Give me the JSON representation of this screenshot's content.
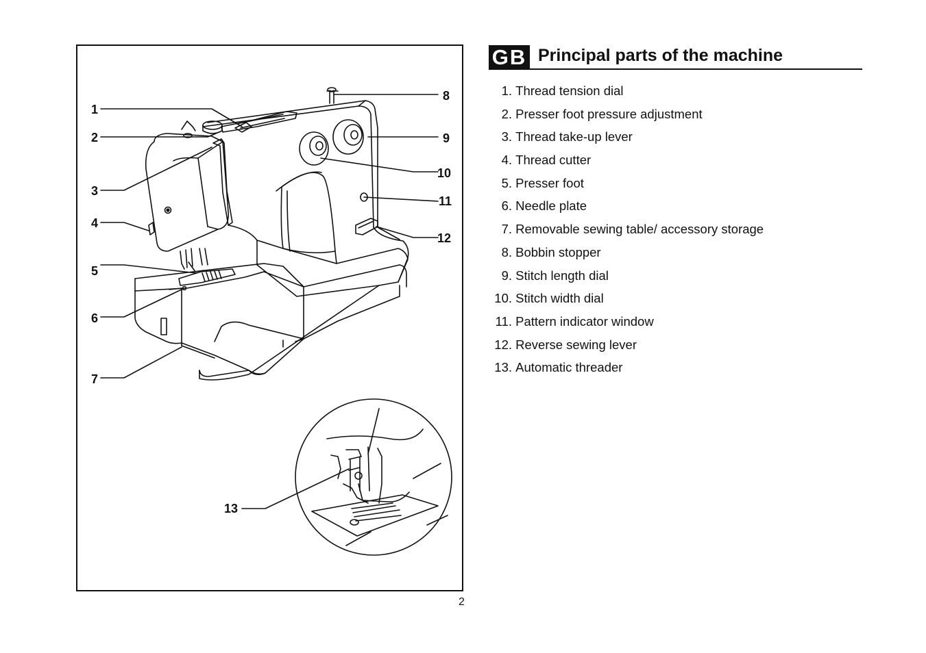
{
  "heading": {
    "badge": "GB",
    "title": "Principal parts of the machine"
  },
  "figure": {
    "callouts": [
      "1",
      "2",
      "3",
      "4",
      "5",
      "6",
      "7",
      "8",
      "9",
      "10",
      "11",
      "12",
      "13"
    ]
  },
  "parts": [
    {
      "num": "1.",
      "label": "Thread tension dial"
    },
    {
      "num": "2.",
      "label": "Presser foot pressure adjustment"
    },
    {
      "num": "3.",
      "label": "Thread take-up lever"
    },
    {
      "num": "4.",
      "label": "Thread cutter"
    },
    {
      "num": "5.",
      "label": "Presser foot"
    },
    {
      "num": "6.",
      "label": "Needle plate"
    },
    {
      "num": "7.",
      "label": "Removable sewing table/ accessory storage"
    },
    {
      "num": "8.",
      "label": "Bobbin stopper"
    },
    {
      "num": "9.",
      "label": "Stitch length dial"
    },
    {
      "num": "10.",
      "label": "Stitch width dial"
    },
    {
      "num": "11.",
      "label": "Pattern indicator window"
    },
    {
      "num": "12.",
      "label": "Reverse sewing lever"
    },
    {
      "num": "13.",
      "label": "Automatic threader"
    }
  ],
  "page": {
    "number": "2"
  }
}
